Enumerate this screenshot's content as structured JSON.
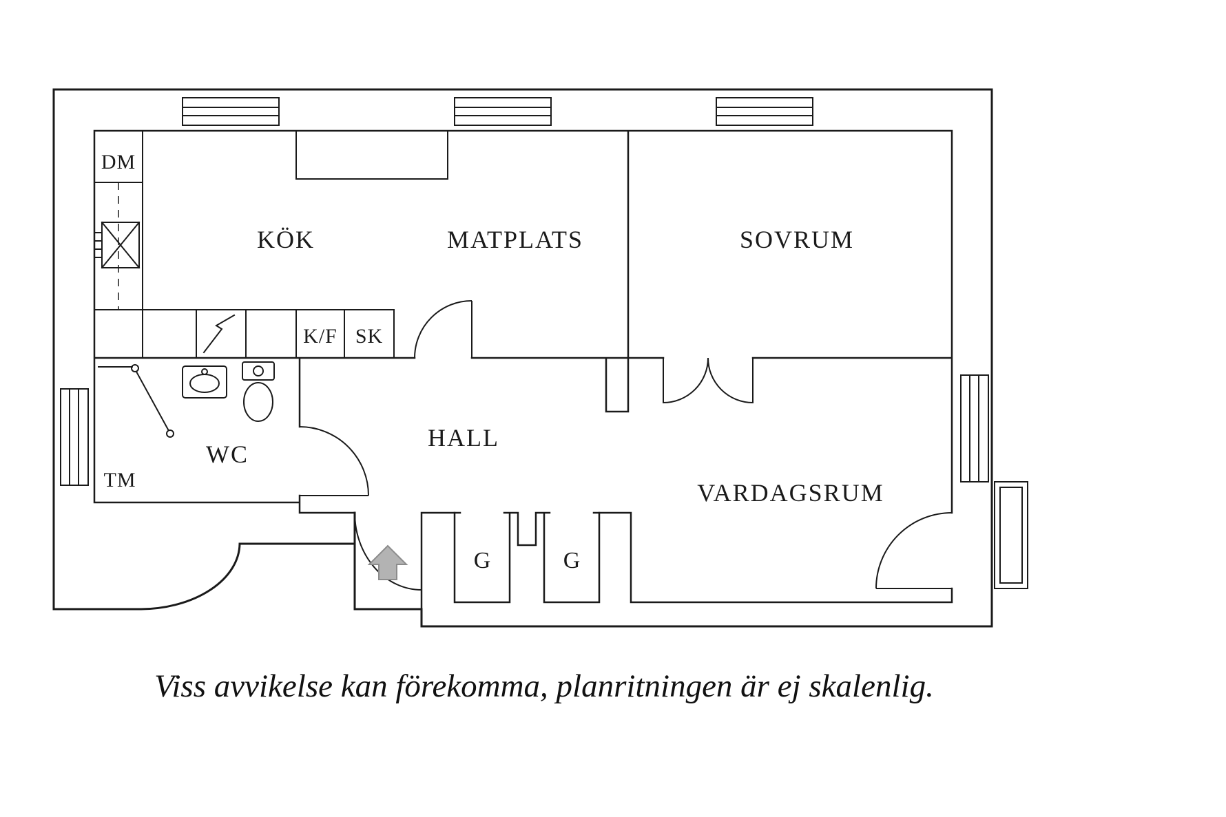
{
  "floorplan": {
    "labels": {
      "dm": "DM",
      "kok": "KÖK",
      "matplats": "MATPLATS",
      "sovrum": "SOVRUM",
      "kf": "K/F",
      "sk": "SK",
      "wc": "WC",
      "tm": "TM",
      "hall": "HALL",
      "vardagsrum": "VARDAGSRUM",
      "g_left": "G",
      "g_right": "G"
    },
    "caption": "Viss avvikelse kan förekomma, planritningen är ej skalenlig.",
    "icons": {
      "entrance_arrow": "up-arrow",
      "sink": "crossed-square-sink",
      "stove": "counter-slash",
      "toilet": "toilet",
      "washbasin": "basin",
      "windows": "double-line-window"
    },
    "colors": {
      "line": "#1a1a1a",
      "background": "#ffffff",
      "arrow_fill": "#b3b3b3",
      "arrow_stroke": "#8c8c8c"
    }
  }
}
